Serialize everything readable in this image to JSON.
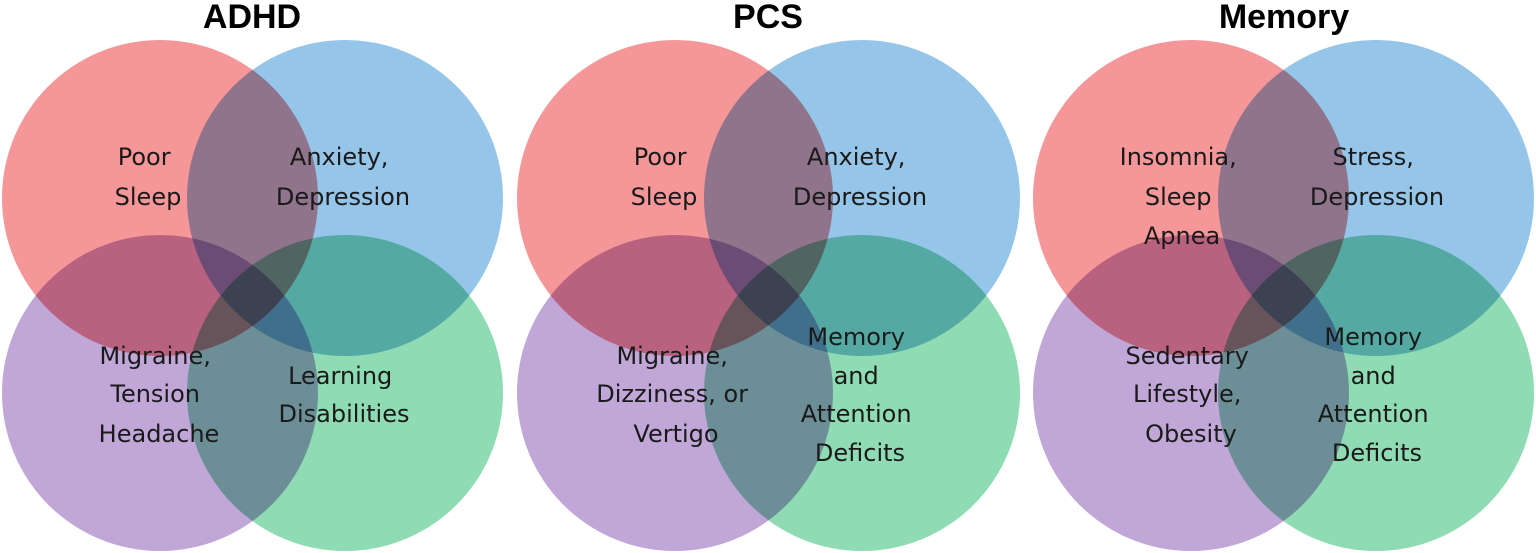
{
  "colors": {
    "red": "#f4878a",
    "blue": "#86bde6",
    "purple": "#b79bd2",
    "green": "#7fd6a9"
  },
  "diagrams": [
    {
      "title": "ADHD",
      "labels": {
        "red": [
          "Poor",
          "Sleep"
        ],
        "blue": [
          "Anxiety,",
          "Depression"
        ],
        "purple": [
          "Migraine,",
          "Tension",
          "Headache"
        ],
        "green": [
          "Learning",
          "Disabilities"
        ]
      }
    },
    {
      "title": "PCS",
      "labels": {
        "red": [
          "Poor",
          "Sleep"
        ],
        "blue": [
          "Anxiety,",
          "Depression"
        ],
        "purple": [
          "Migraine,",
          "Dizziness, or",
          "Vertigo"
        ],
        "green": [
          "Memory",
          "and",
          "Attention",
          "Deficits"
        ]
      }
    },
    {
      "title": "Memory",
      "labels": {
        "red": [
          "Insomnia,",
          "Sleep",
          "Apnea"
        ],
        "blue": [
          "Stress,",
          "Depression"
        ],
        "purple": [
          "Sedentary",
          "Lifestyle,",
          "Obesity"
        ],
        "green": [
          "Memory",
          "and",
          "Attention",
          "Deficits"
        ]
      }
    }
  ]
}
